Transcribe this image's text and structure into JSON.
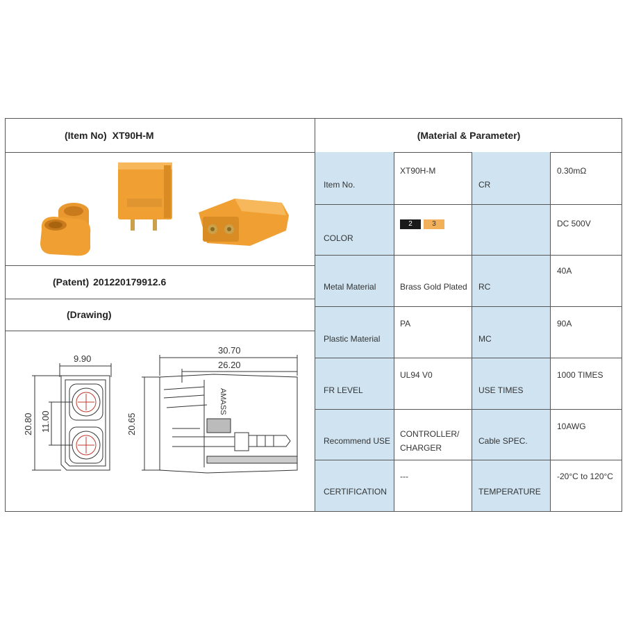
{
  "left": {
    "item_no_label": "(Item No)",
    "item_no_value": "XT90H-M",
    "patent_label": "(Patent)",
    "patent_value": "201220179912.6",
    "drawing_label": "(Drawing)"
  },
  "drawing": {
    "dim_width": "9.90",
    "dim_height_outer": "20.80",
    "dim_height_inner": "11.00",
    "dim_side_height": "20.65",
    "dim_length_total": "30.70",
    "dim_length_inner": "26.20",
    "side_marking": "AMASS"
  },
  "right": {
    "title": "(Material & Parameter)",
    "rows": [
      {
        "label1": "Item No.",
        "value1": "XT90H-M",
        "label2": "CR",
        "value2": "0.30mΩ"
      },
      {
        "label1": "COLOR",
        "value1": "",
        "label2": "",
        "value2": "DC 500V"
      },
      {
        "label1": "Metal Material",
        "value1": "Brass Gold Plated",
        "label2": "RC",
        "value2": "40A"
      },
      {
        "label1": "Plastic Material",
        "value1": "PA",
        "label2": "MC",
        "value2": "90A"
      },
      {
        "label1": "FR LEVEL",
        "value1": "UL94 V0",
        "label2": "USE TIMES",
        "value2": "1000 TIMES"
      },
      {
        "label1": "Recommend USE",
        "value1": "CONTROLLER/ CHARGER",
        "label2": "Cable SPEC.",
        "value2": "10AWG"
      },
      {
        "label1": "CERTIFICATION",
        "value1": "---",
        "label2": "TEMPERATURE",
        "value2": "-20°C to 120°C"
      }
    ],
    "color_swatches": [
      {
        "label": "2",
        "color": "#1a1a1a",
        "text_color": "#ffffff"
      },
      {
        "label": "3",
        "color": "#f2b05a",
        "text_color": "#333333"
      }
    ]
  },
  "colors": {
    "label_bg": "#cfe3f1",
    "connector_orange": "#f0a033",
    "line": "#555555"
  }
}
